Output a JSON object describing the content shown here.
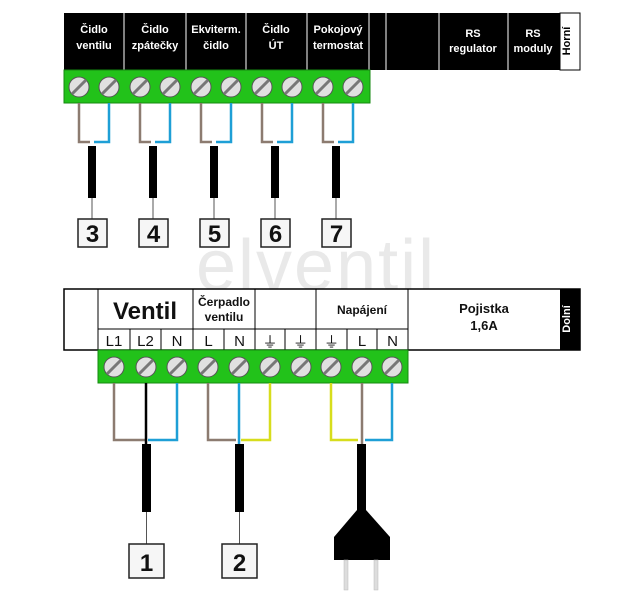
{
  "upper_block": {
    "columns": [
      {
        "line1": "Čidlo",
        "line2": "ventilu"
      },
      {
        "line1": "Čidlo",
        "line2": "zpátečky"
      },
      {
        "line1": "Ekviterm.",
        "line2": "čidlo"
      },
      {
        "line1": "Čidlo",
        "line2": "ÚT"
      },
      {
        "line1": "Pokojový",
        "line2": "termostat"
      },
      {
        "line1": "",
        "line2": ""
      },
      {
        "line1": "RS",
        "line2": "regulator"
      },
      {
        "line1": "RS",
        "line2": "moduly"
      }
    ],
    "side_label": "Horní",
    "connector_numbers": [
      "3",
      "4",
      "5",
      "6",
      "7"
    ]
  },
  "lower_block": {
    "ventil_label": "Ventil",
    "pump_label_line1": "Čerpadlo",
    "pump_label_line2": "ventilu",
    "power_label": "Napájení",
    "fuse_label_line1": "Pojistka",
    "fuse_label_line2": "1,6A",
    "side_label": "Dolní",
    "terminals": [
      "L1",
      "L2",
      "N",
      "L",
      "N",
      "⏚",
      "⏚",
      "⏚",
      "L",
      "N"
    ],
    "connector_numbers": [
      "1",
      "2"
    ]
  },
  "watermark": "elventil",
  "colors": {
    "header_black": "#000000",
    "terminal_green": "#22c21a",
    "wire_brown": "#8c7b70",
    "wire_blue": "#1e9fd6",
    "wire_black": "#000000",
    "wire_yellow_green": "#d7dd1c"
  }
}
